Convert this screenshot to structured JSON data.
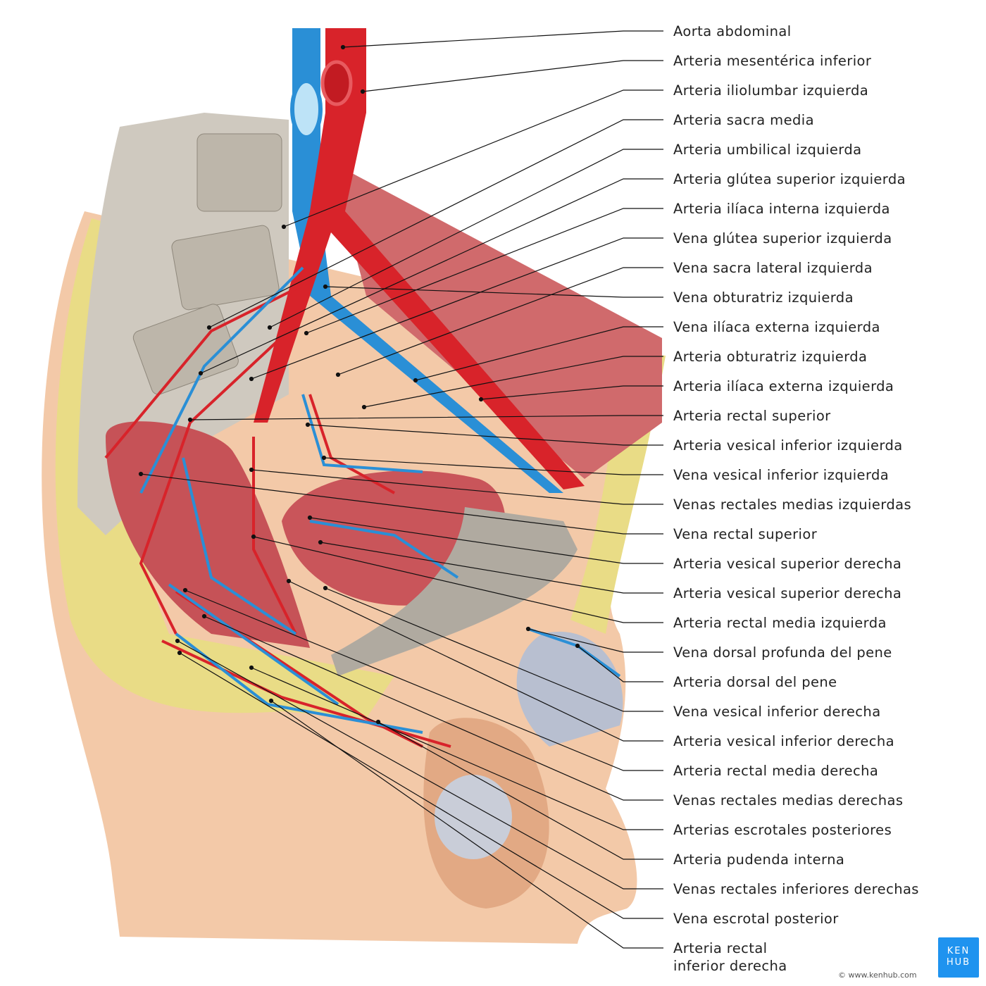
{
  "colors": {
    "artery": "#d8232a",
    "vein": "#2a8fd6",
    "muscle": "#c9555a",
    "fat": "#e9dc86",
    "skin": "#f3c9a8",
    "bone": "#c9c4bb",
    "logo": "#1f93ef"
  },
  "labels": [
    "Aorta abdominal",
    "Arteria mesentérica inferior",
    "Arteria iliolumbar izquierda",
    "Arteria sacra media",
    "Arteria umbilical izquierda",
    "Arteria glútea superior izquierda",
    "Arteria ilíaca interna izquierda",
    "Vena glútea superior izquierda",
    "Vena sacra lateral izquierda",
    "Vena obturatriz izquierda",
    "Vena ilíaca externa izquierda",
    "Arteria obturatriz izquierda",
    "Arteria ilíaca externa izquierda",
    "Arteria rectal superior",
    "Arteria vesical inferior izquierda",
    "Vena vesical inferior izquierda",
    "Venas rectales medias izquierdas",
    "Vena rectal superior",
    "Arteria vesical superior derecha",
    "Arteria vesical superior derecha",
    "Arteria rectal media izquierda",
    "Vena dorsal profunda del pene",
    "Arteria dorsal del pene",
    "Vena vesical inferior derecha",
    "Arteria vesical inferior derecha",
    "Arteria rectal media derecha",
    "Venas rectales medias derechas",
    "Arterias escrotales posteriores",
    "Arteria pudenda interna",
    "Venas rectales inferiores derechas",
    "Vena escrotal posterior",
    "Arteria rectal\ninferior derecha"
  ],
  "logo": {
    "line1": "KEN",
    "line2": "HUB"
  },
  "copyright": "© www.kenhub.com"
}
